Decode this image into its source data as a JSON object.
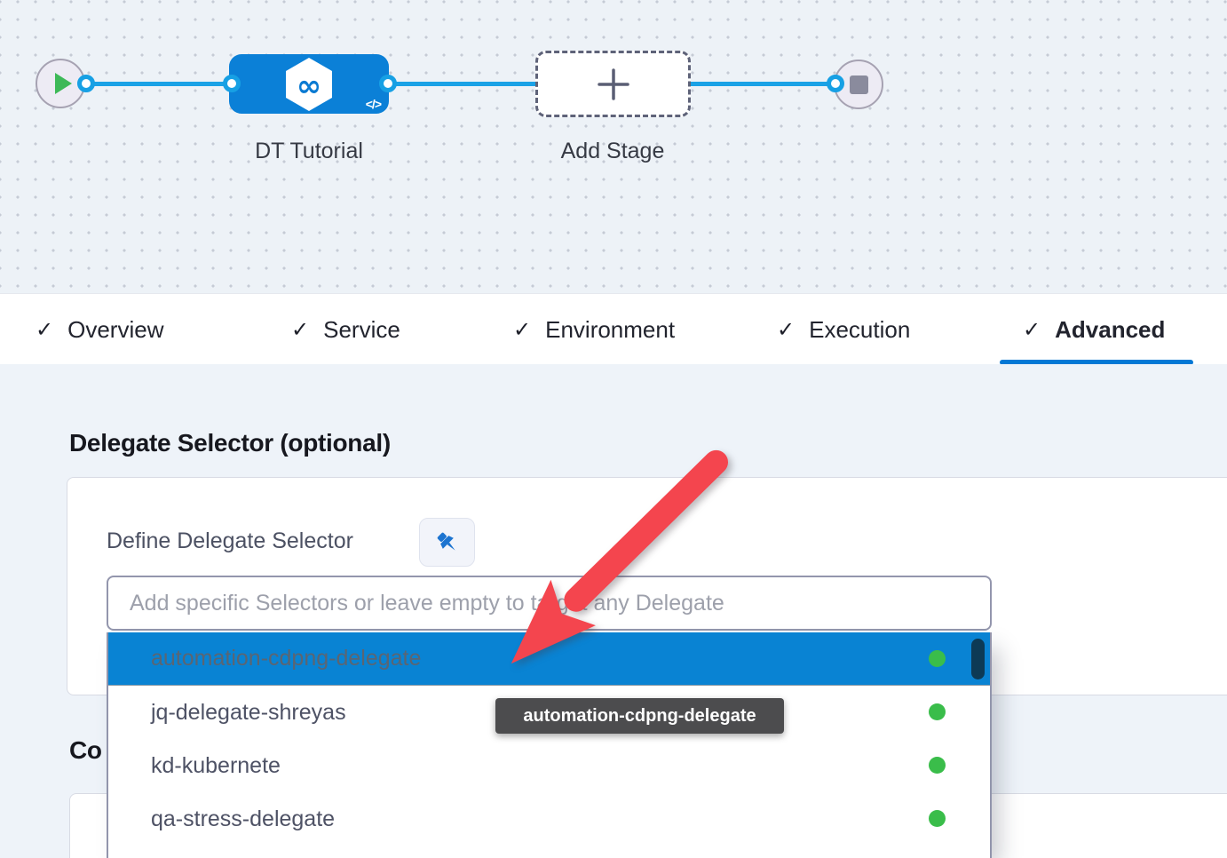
{
  "pipeline_canvas": {
    "stage_label": "DT Tutorial",
    "add_stage_label": "Add Stage",
    "logo_glyph": "∞",
    "code_icon_glyph": "</>"
  },
  "tabs": {
    "check_glyph": "✓",
    "items": [
      {
        "label": "Overview"
      },
      {
        "label": "Service"
      },
      {
        "label": "Environment"
      },
      {
        "label": "Execution"
      },
      {
        "label": "Advanced"
      }
    ],
    "active_tab": "Advanced"
  },
  "advanced_tab": {
    "section_heading": "Delegate Selector (optional)",
    "define_label": "Define Delegate Selector",
    "input_value": "",
    "input_placeholder": "Add specific Selectors or leave empty to target any Delegate",
    "dropdown_items": [
      {
        "label": "automation-cdpng-delegate",
        "highlighted": true
      },
      {
        "label": "jq-delegate-shreyas",
        "highlighted": false
      },
      {
        "label": "kd-kubernete",
        "highlighted": false
      },
      {
        "label": "qa-stress-delegate",
        "highlighted": false
      }
    ],
    "tooltip_text": "automation-cdpng-delegate",
    "next_section_heading_partial": "Co"
  },
  "colors": {
    "accent_blue": "#0278d5",
    "stage_node_blue": "#0b80d7",
    "connector_blue": "#1aa2e6",
    "highlighted_row_blue": "#0983d3",
    "status_green": "#3abd4a",
    "annotation_red": "#f4454e"
  }
}
